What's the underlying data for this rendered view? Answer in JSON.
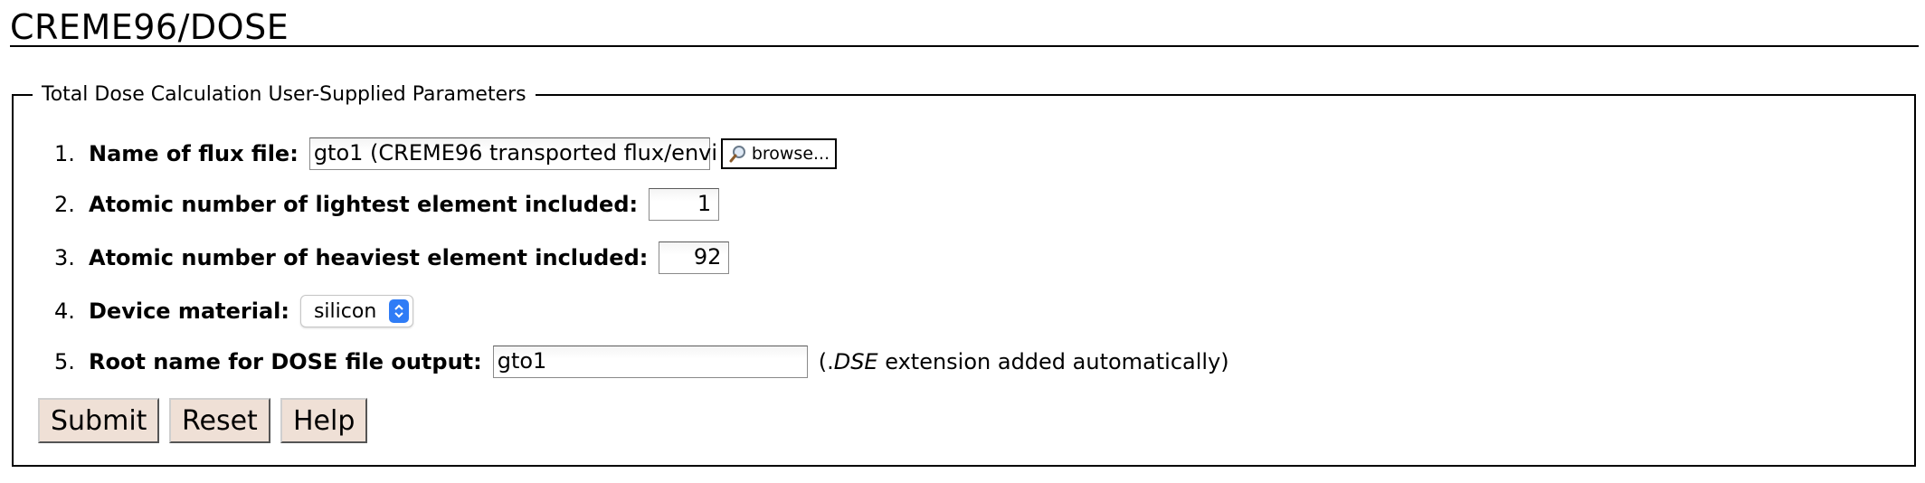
{
  "page": {
    "title": "CREME96/DOSE"
  },
  "form": {
    "legend": "Total Dose Calculation User-Supplied Parameters",
    "fields": [
      {
        "number": "1.",
        "label": "Name of flux file:",
        "value": "gto1 (CREME96 transported flux/envi",
        "browse_label": "browse...",
        "browse_icon": "magnifier-icon"
      },
      {
        "number": "2.",
        "label": "Atomic number of lightest element included:",
        "value": "1"
      },
      {
        "number": "3.",
        "label": "Atomic number of heaviest element included:",
        "value": "92"
      },
      {
        "number": "4.",
        "label": "Device material:",
        "selected": "silicon"
      },
      {
        "number": "5.",
        "label": "Root name for DOSE file output:",
        "value": "gto1",
        "note_prefix": "(.",
        "note_ext": "DSE",
        "note_suffix": " extension added automatically)"
      }
    ],
    "buttons": {
      "submit": "Submit",
      "reset": "Reset",
      "help": "Help"
    },
    "colors": {
      "button_bg": "#efe0d6",
      "select_accent": "#2f7cf6"
    }
  }
}
